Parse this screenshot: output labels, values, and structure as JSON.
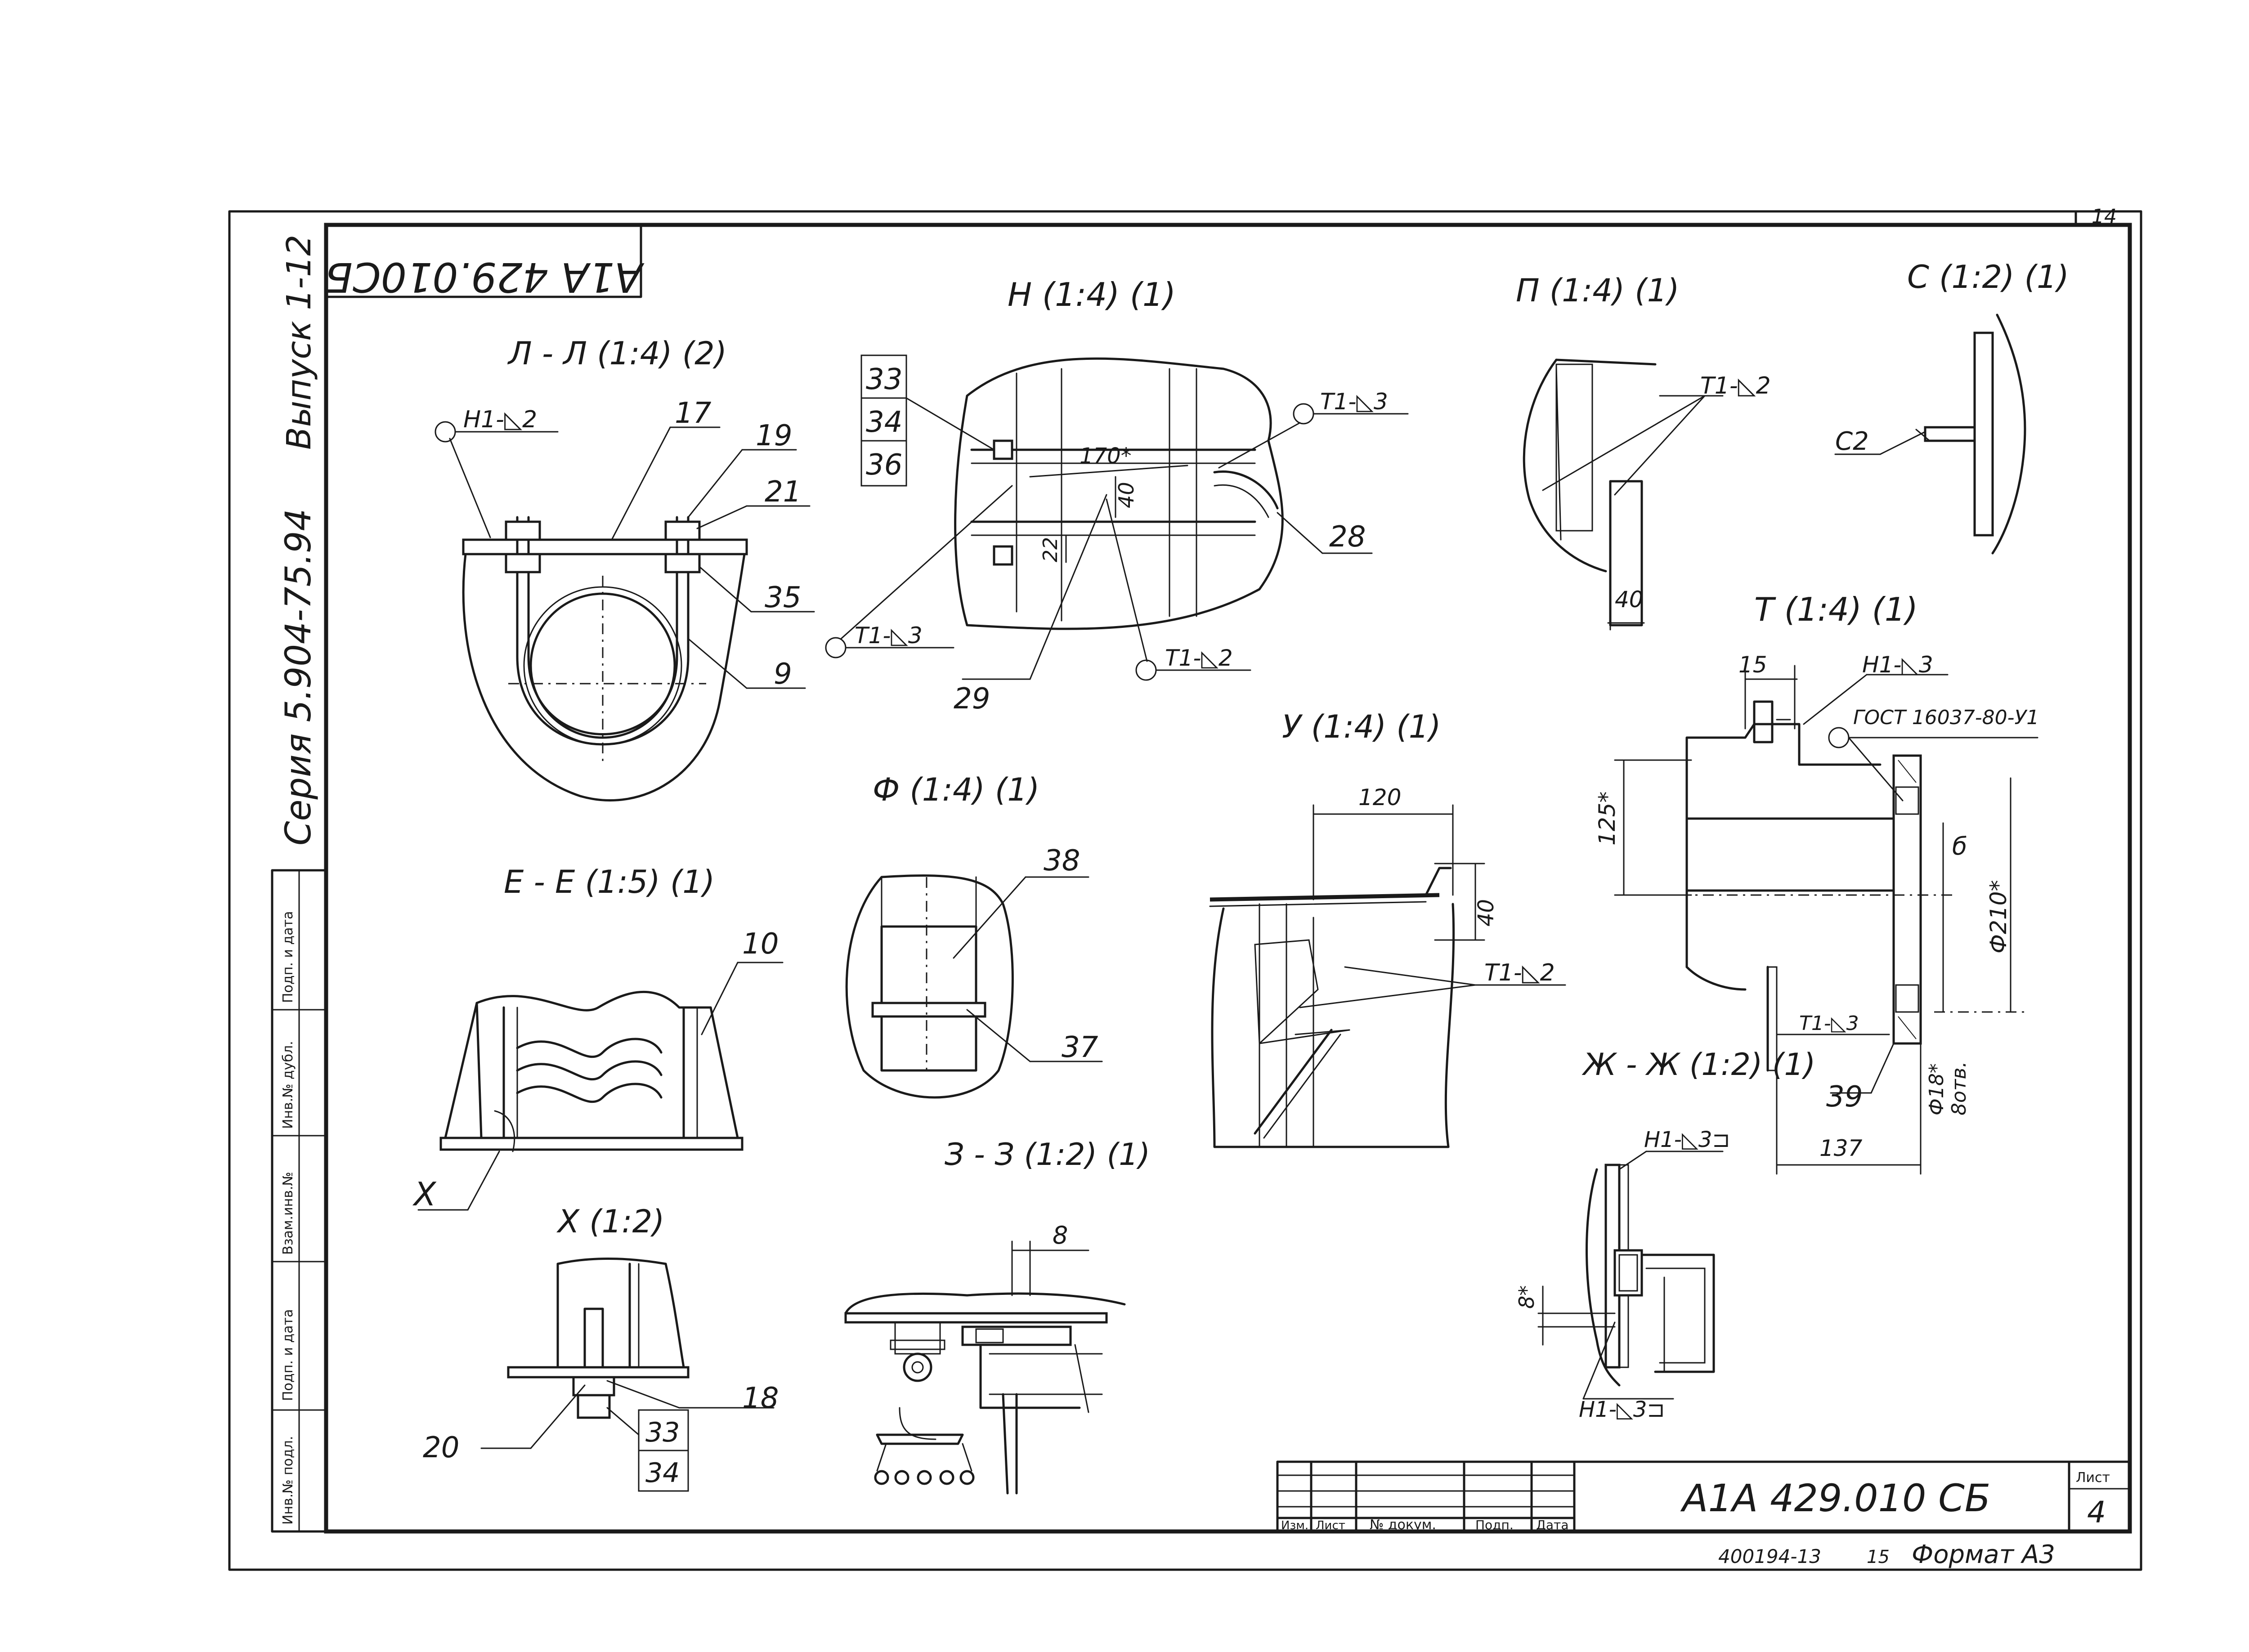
{
  "frame": {
    "page_number": "14",
    "stamp_code": "А1А 429.010СБ",
    "series_text": "Серия  5.904-75.94",
    "issue_text": "Выпуск 1-12"
  },
  "side_strip": [
    "Подп. и дата",
    "Инв.№ дубл.",
    "Взам.инв.№",
    "Подп. и дата",
    "Инв.№ подл."
  ],
  "views": {
    "LL": {
      "title": "Л - Л (1:4) (2)",
      "weld": "Н1-◺2",
      "labels": [
        "17",
        "19",
        "21",
        "35",
        "9"
      ]
    },
    "N": {
      "title": "Н (1:4) (1)",
      "weld_top": "Т1-◺3",
      "weld_left": "Т1-◺3",
      "weld_bottom": "Т1-◺2",
      "box_labels": [
        "33",
        "34",
        "36"
      ],
      "labels": [
        "28",
        "29"
      ],
      "dims": [
        "170*",
        "40",
        "22"
      ]
    },
    "P": {
      "title": "П (1:4) (1)",
      "weld": "Т1-◺2",
      "dim": "40"
    },
    "C": {
      "title": "С (1:2) (1)",
      "label": "С2"
    },
    "T": {
      "title": "Т (1:4) (1)",
      "weld_top": "Н1-◺3",
      "gost": "ГОСТ 16037-80-У1",
      "weld_mid": "Т1-◺3",
      "dims": [
        "15",
        "125*",
        "б",
        "Ф210*",
        "137"
      ],
      "label": "39",
      "holes_top": "Ф18*",
      "holes_bottom": "8отв."
    },
    "U": {
      "title": "У (1:4) (1)",
      "weld": "Т1-◺2",
      "dims": [
        "120",
        "40"
      ]
    },
    "F": {
      "title": "Ф (1:4) (1)",
      "labels": [
        "38",
        "37"
      ]
    },
    "EE": {
      "title": "Е - Е (1:5) (1)",
      "labels": [
        "10",
        "X"
      ]
    },
    "ZZ": {
      "title": "Ж - Ж (1:2) (1)",
      "weld_top": "Н1-◺3⊐",
      "weld_bottom": "Н1-◺3⊐",
      "dim": "8*"
    },
    "X": {
      "title": "Х (1:2)",
      "labels": [
        "20",
        "18",
        "33",
        "34"
      ]
    },
    "ZZZ": {
      "title": "З - З (1:2) (1)",
      "dim": "8"
    }
  },
  "title_block": {
    "cols": [
      "Изм.",
      "Лист",
      "№ докум.",
      "Подп.",
      "Дата"
    ],
    "code": "А1А 429.010 СБ",
    "sheet_label": "Лист",
    "sheet_number": "4"
  },
  "footer": {
    "inv": "400194-13",
    "num": "15",
    "format": "Формат А3"
  }
}
